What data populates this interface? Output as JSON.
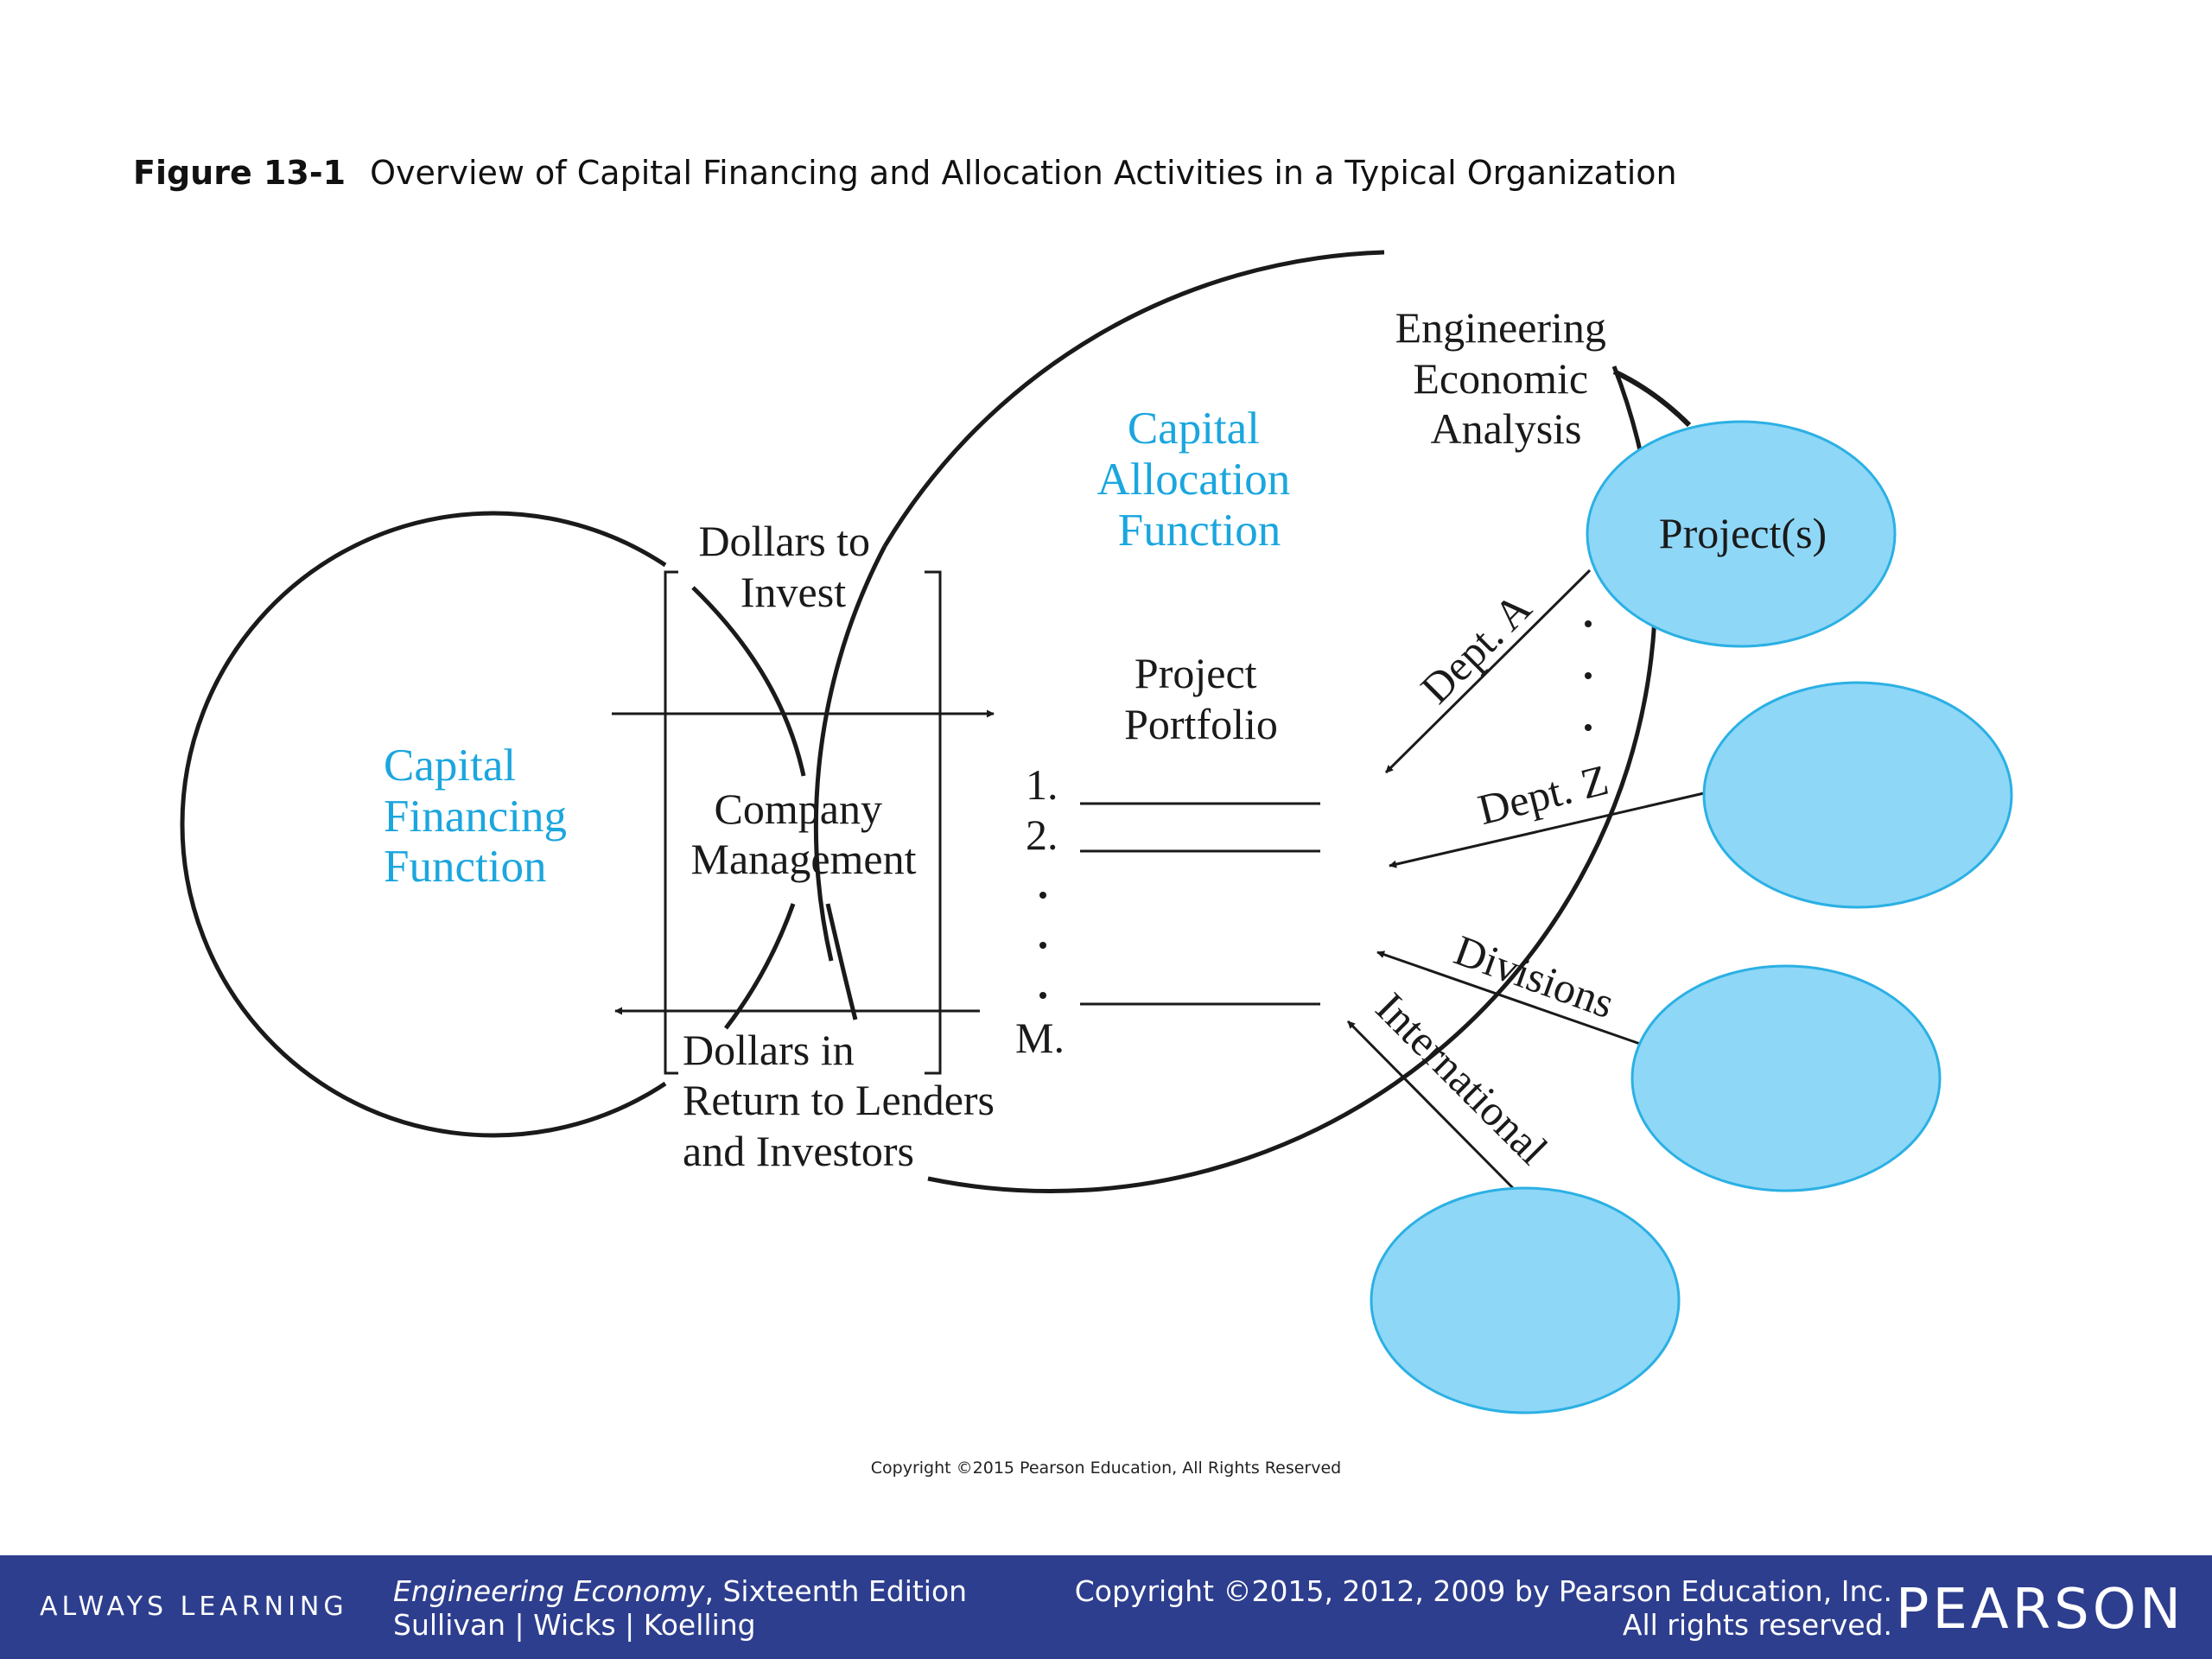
{
  "header": {
    "figure_label": "Figure 13-1",
    "figure_title": "Overview of Capital Financing and Allocation Activities in a Typical Organization"
  },
  "diagram": {
    "capital_financing": [
      "Capital",
      "Financing",
      "Function"
    ],
    "capital_allocation": [
      "Capital",
      "Allocation",
      "Function"
    ],
    "dollars_to_invest": [
      "Dollars to",
      "Invest"
    ],
    "company_management": [
      "Company",
      "Management"
    ],
    "dollars_in_return": [
      "Dollars in",
      "Return to Lenders",
      "and Investors"
    ],
    "project_portfolio": [
      "Project",
      "Portfolio"
    ],
    "portfolio_items": [
      "1.",
      "2.",
      "M."
    ],
    "engineering_economic_analysis": [
      "Engineering",
      "Economic",
      "Analysis"
    ],
    "projects_label": "Project(s)",
    "arrow_labels": {
      "dept_a": "Dept. A",
      "dept_z": "Dept. Z",
      "divisions": "Divisions",
      "international": "International"
    }
  },
  "figure_copyright": "Copyright ©2015 Pearson Education, All Rights Reserved",
  "footer": {
    "always_learning": "ALWAYS LEARNING",
    "book_title": "Engineering Economy",
    "book_edition": ", Sixteenth Edition",
    "authors": "Sullivan | Wicks | Koelling",
    "copyright_line1": "Copyright ©2015, 2012, 2009 by Pearson Education, Inc.",
    "copyright_line2": "All rights reserved.",
    "logo": "PEARSON"
  },
  "colors": {
    "blue_text": "#1ba6de",
    "ellipse_fill": "#8fd7f7",
    "ellipse_stroke": "#2bb0e4",
    "footer_bg": "#2d3e8e"
  }
}
